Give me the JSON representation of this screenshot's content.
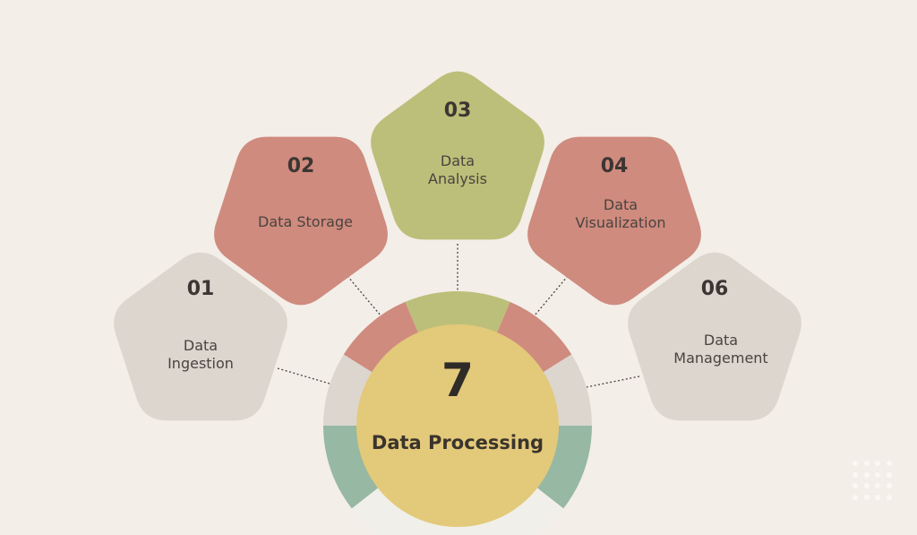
{
  "diagram": {
    "title": "Data Processing",
    "center": {
      "number": "7",
      "label": "Data Processing",
      "fill_color": "#e3c97a"
    },
    "ring": {
      "segments": [
        {
          "position": "top",
          "color": "#bcbf79"
        },
        {
          "position": "upper-left",
          "color": "#cf8b7e"
        },
        {
          "position": "upper-right",
          "color": "#cf8b7e"
        },
        {
          "position": "left",
          "color": "#dcd6cf"
        },
        {
          "position": "right",
          "color": "#dcd6cf"
        },
        {
          "position": "lower-left",
          "color": "#97b8a3"
        },
        {
          "position": "lower-right",
          "color": "#97b8a3"
        },
        {
          "position": "bottom",
          "color": "#f0efe9"
        }
      ]
    },
    "steps": [
      {
        "number": "01",
        "label_line1": "Data",
        "label_line2": "Ingestion",
        "color": "#dcd6cf"
      },
      {
        "number": "02",
        "label_line1": "Data Storage",
        "label_line2": "",
        "color": "#cf8b7e"
      },
      {
        "number": "03",
        "label_line1": "Data",
        "label_line2": "Analysis",
        "color": "#bcbf79"
      },
      {
        "number": "04",
        "label_line1": "Data",
        "label_line2": "Visualization",
        "color": "#cf8b7e"
      },
      {
        "number": "06",
        "label_line1": "Data",
        "label_line2": "Management",
        "color": "#dcd6cf"
      }
    ],
    "background_color": "#f3eee8"
  }
}
